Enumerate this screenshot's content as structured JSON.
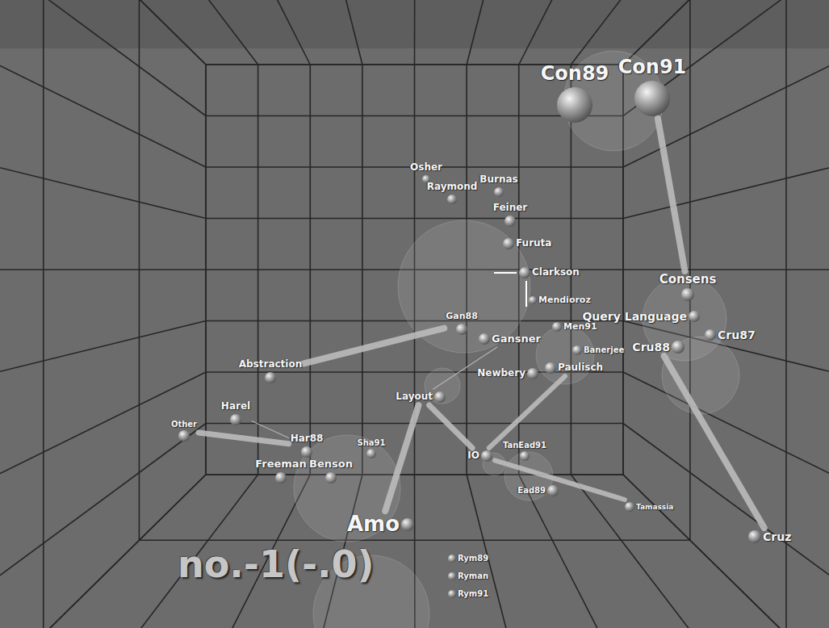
{
  "diagram": {
    "nodes": [
      {
        "text": [
          "Con89"
        ]
      },
      {
        "text": [
          "Con91"
        ]
      },
      {
        "text": [
          "Osher"
        ]
      },
      {
        "text": [
          "Raymond"
        ]
      },
      {
        "text": [
          "Burnas"
        ]
      },
      {
        "text": [
          "Feiner"
        ]
      },
      {
        "text": [
          "Furuta"
        ]
      },
      {
        "text": [
          "Clarkson"
        ]
      },
      {
        "text": [
          "Mendioroz"
        ]
      },
      {
        "text": [
          "Gan88"
        ]
      },
      {
        "text": [
          "Men91"
        ]
      },
      {
        "text": [
          "Gansner"
        ]
      },
      {
        "text": [
          "Banerjee"
        ]
      },
      {
        "text": [
          "Paulisch"
        ]
      },
      {
        "text": [
          "Newbery"
        ]
      },
      {
        "text": [
          "Consens"
        ]
      },
      {
        "text": [
          "Query Language"
        ]
      },
      {
        "text": [
          "Cru87"
        ]
      },
      {
        "text": [
          "Cru88"
        ]
      },
      {
        "text": [
          "Abstraction"
        ]
      },
      {
        "text": [
          "Layout"
        ]
      },
      {
        "text": [
          "Harel"
        ]
      },
      {
        "text": [
          "Other"
        ]
      },
      {
        "text": [
          "Har88"
        ]
      },
      {
        "text": [
          "Sha91"
        ]
      },
      {
        "text": [
          "IO"
        ]
      },
      {
        "text": [
          "TanEad91"
        ]
      },
      {
        "text": [
          "Freeman"
        ]
      },
      {
        "text": [
          "Benson"
        ]
      },
      {
        "text": [
          "Ead89"
        ]
      },
      {
        "text": [
          "Tamassia"
        ]
      },
      {
        "text": [
          "Amo"
        ]
      },
      {
        "text": [
          "Cruz"
        ]
      },
      {
        "text": [
          "Rym89"
        ]
      },
      {
        "text": [
          "Ryman"
        ]
      },
      {
        "text": [
          "Rym91"
        ]
      }
    ],
    "edges": [
      {
        "from": 1,
        "to": 15,
        "arrow": "none"
      },
      {
        "from": 18,
        "to": 32,
        "arrow": "none"
      },
      {
        "from": 19,
        "to": 9,
        "arrow": "none"
      },
      {
        "from": 20,
        "to": 11,
        "arrow": "none"
      },
      {
        "from": 20,
        "to": 25,
        "arrow": "none"
      },
      {
        "from": 25,
        "to": 13,
        "arrow": "none"
      },
      {
        "from": 25,
        "to": 30,
        "arrow": "none"
      },
      {
        "from": 20,
        "to": 31,
        "arrow": "none"
      },
      {
        "from": 22,
        "to": 23,
        "arrow": "none"
      },
      {
        "from": 21,
        "to": 23,
        "arrow": "none"
      }
    ],
    "labels": [
      "no.-1(-.0)"
    ]
  }
}
